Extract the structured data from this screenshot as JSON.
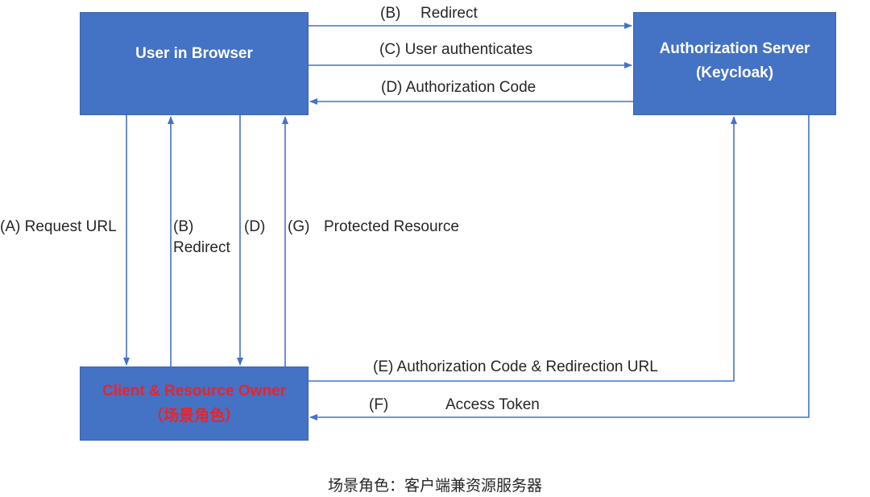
{
  "nodes": {
    "browser": {
      "title": "User in Browser"
    },
    "auth": {
      "line1": "Authorization Server",
      "line2": "(Keycloak)"
    },
    "client": {
      "line1": "Client & Resource Owner",
      "line2": "（场景角色）"
    }
  },
  "edges": {
    "b_redirect_top": {
      "tag": "(B)",
      "text": "Redirect"
    },
    "c_user_auth": "(C) User authenticates",
    "d_auth_code_top": "(D) Authorization Code",
    "a_request_url": "(A) Request URL",
    "b_redirect_side": {
      "tag": "(B)",
      "text": "Redirect"
    },
    "d_side": "(D)",
    "g_protected": {
      "tag": "(G)",
      "text": "Protected Resource"
    },
    "e_code_redirect": "(E) Authorization Code & Redirection URL",
    "f_access_token": {
      "tag": "(F)",
      "text": "Access Token"
    }
  },
  "caption": "场景角色：客户端兼资源服务器",
  "colors": {
    "box": "#4472c4",
    "arrow": "#4472c4",
    "client_text": "#e8242b"
  }
}
